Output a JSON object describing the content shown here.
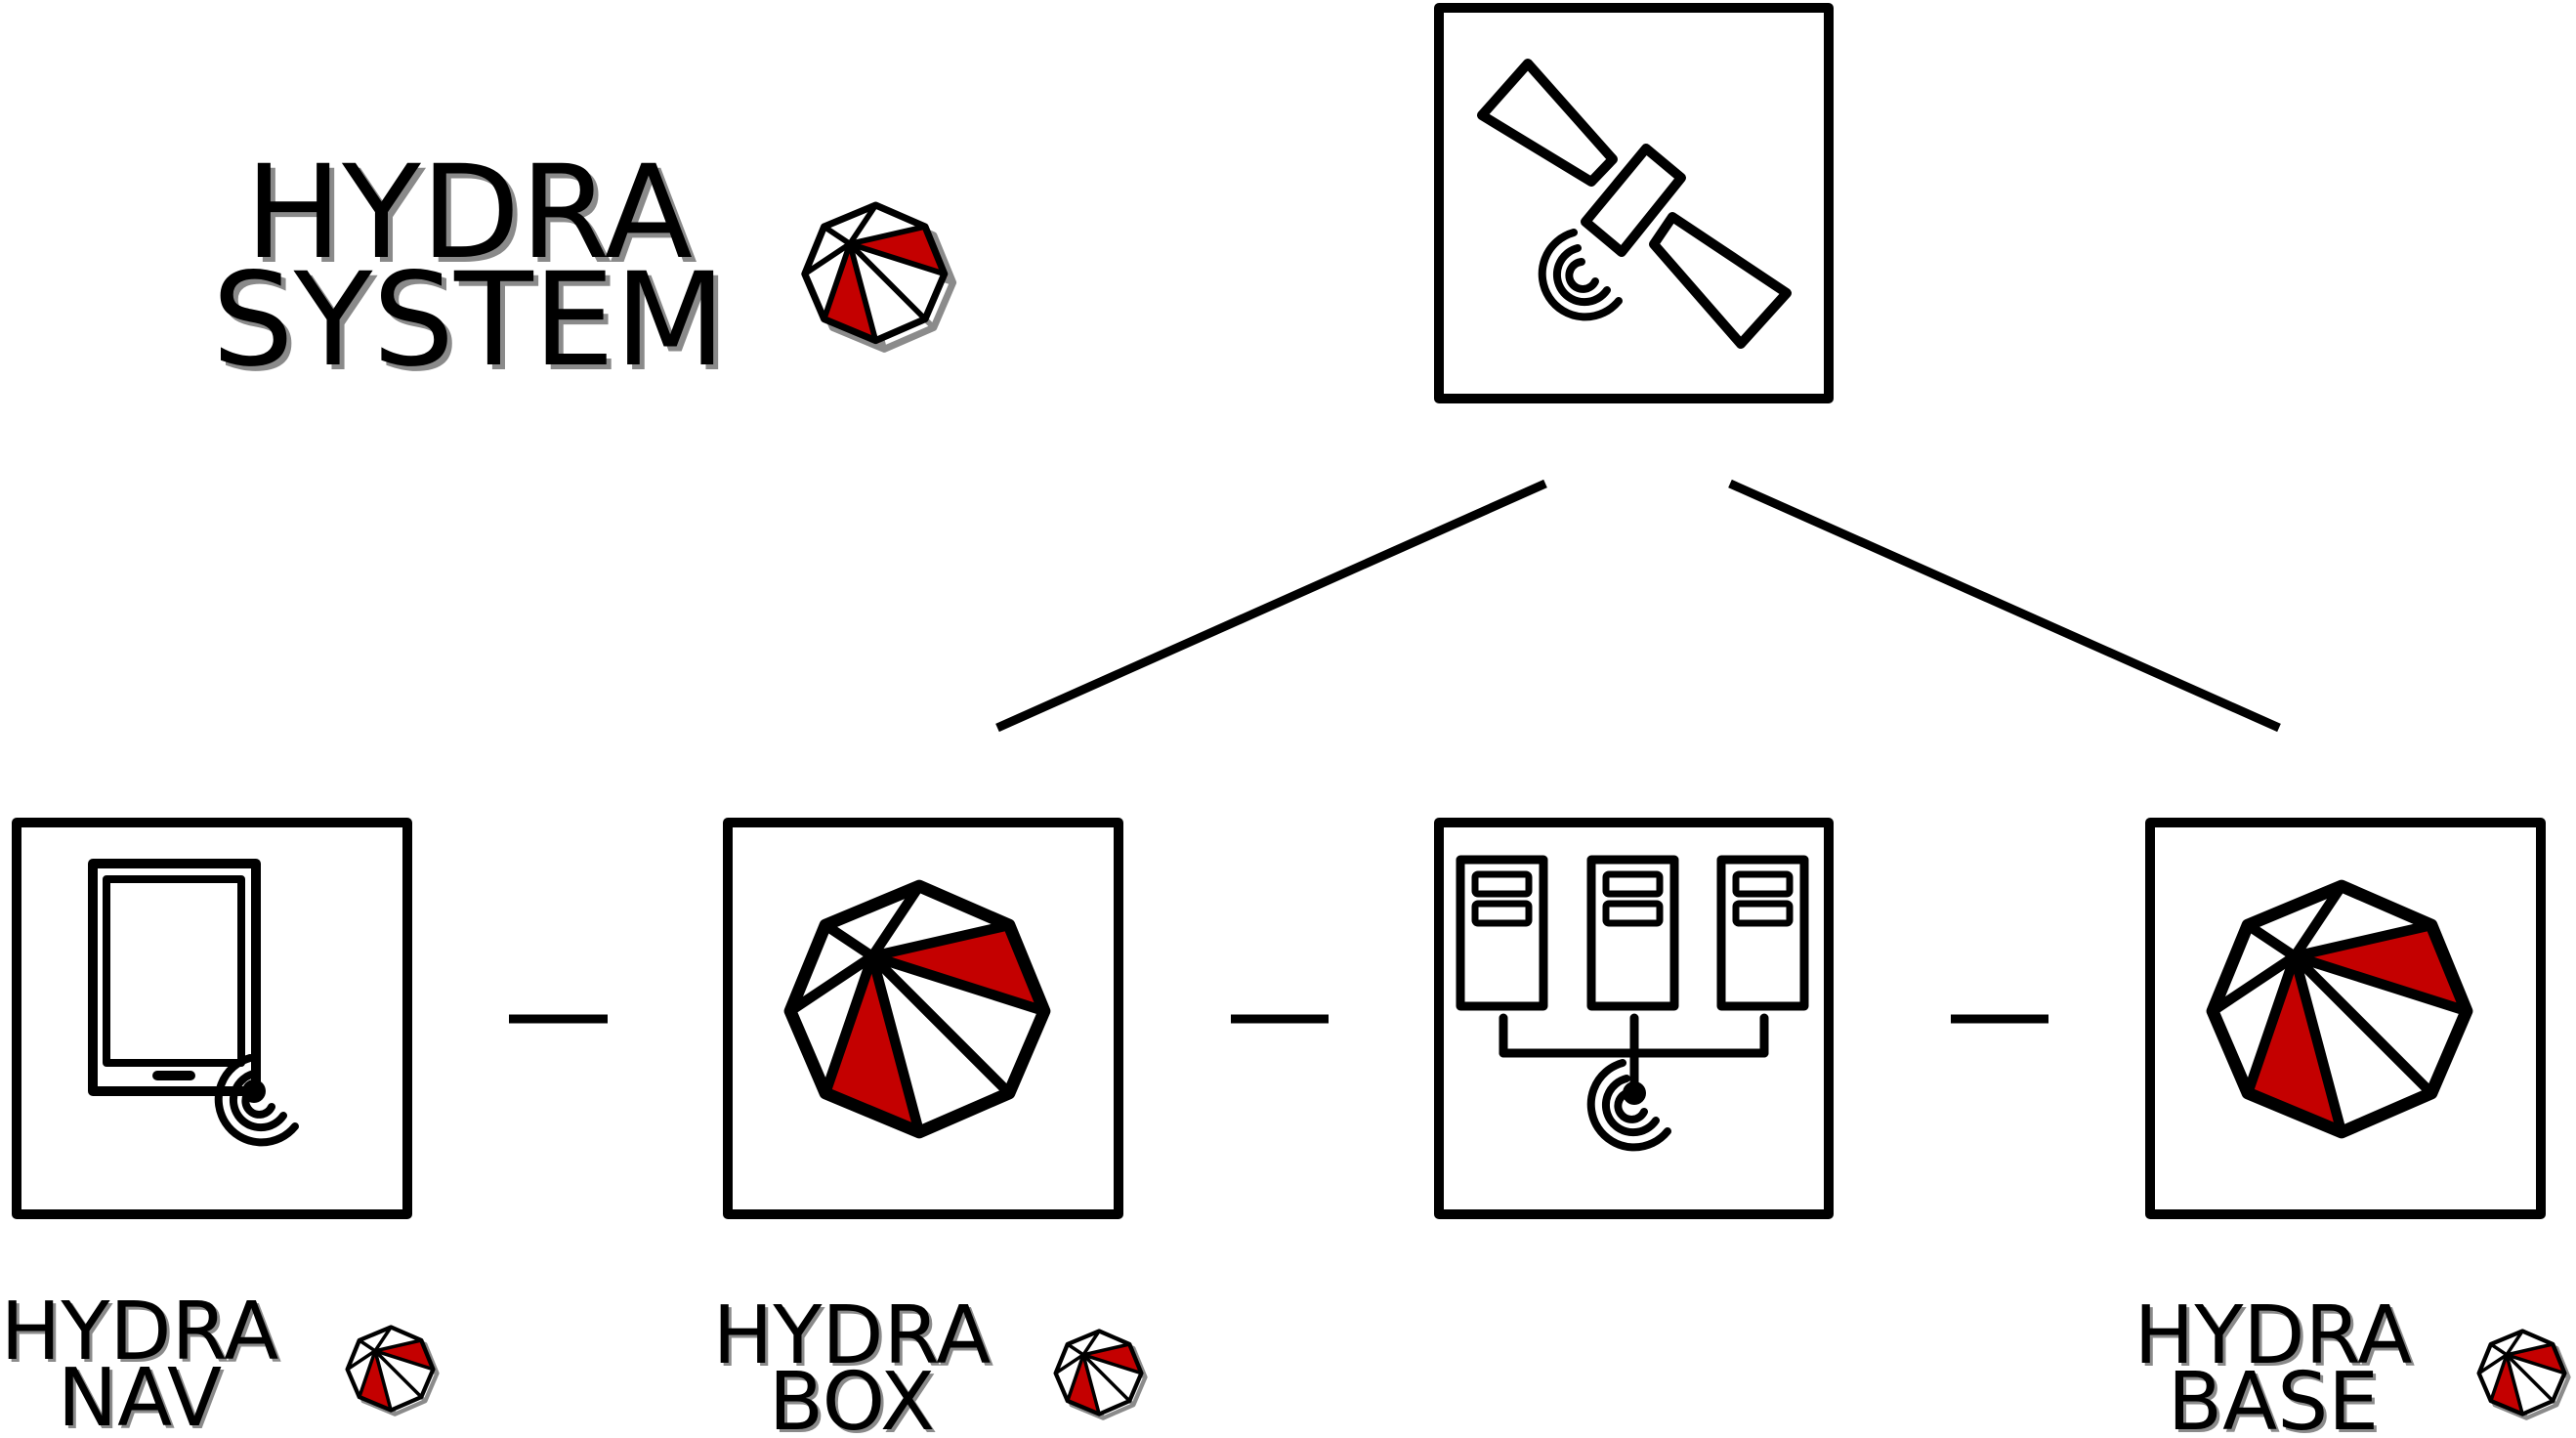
{
  "title": {
    "line1": "HYDRA",
    "line2": "SYSTEM"
  },
  "nodes": {
    "satellite": {
      "icon": "satellite-icon"
    },
    "nav": {
      "icon": "tablet-signal-icon",
      "label_line1": "HYDRA",
      "label_line2": "NAV"
    },
    "box": {
      "icon": "hydra-logo-icon",
      "label_line1": "HYDRA",
      "label_line2": "BOX"
    },
    "servers": {
      "icon": "server-rack-signal-icon"
    },
    "base": {
      "icon": "hydra-logo-icon",
      "label_line1": "HYDRA",
      "label_line2": "BASE"
    }
  },
  "colors": {
    "stroke": "#000000",
    "accent_red": "#c40000",
    "shadow": "#8a8a8a",
    "background": "#ffffff"
  }
}
